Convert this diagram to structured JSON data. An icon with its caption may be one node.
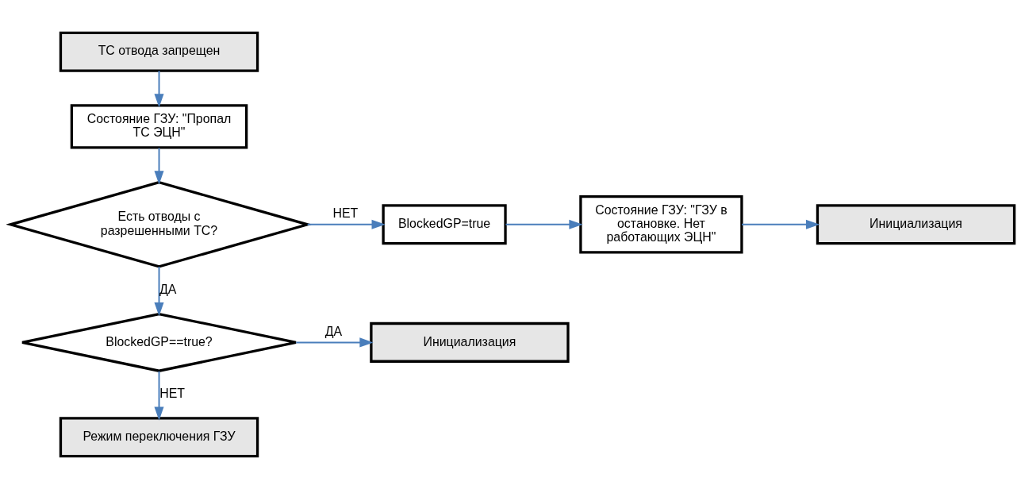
{
  "diagram": {
    "nodes": [
      {
        "text": [
          "ТС отвода запрещен"
        ]
      },
      {
        "text": [
          "Состояние ГЗУ: \"Пропал ТС ЭЦН\""
        ]
      },
      {
        "text": [
          "Есть отводы с разрешенными ТС?"
        ]
      },
      {
        "text": [
          "BlockedGP=true"
        ]
      },
      {
        "text": [
          "Состояние ГЗУ: \"ГЗУ в остановке. Нет работающих ЭЦН\""
        ]
      },
      {
        "text": [
          "Инициализация"
        ]
      },
      {
        "text": [
          "BlockedGP==true?"
        ]
      },
      {
        "text": [
          "Инициализация"
        ]
      },
      {
        "text": [
          "Режим переключения ГЗУ"
        ]
      }
    ],
    "edges": [
      {
        "from": 0,
        "to": 1,
        "arrow": "to"
      },
      {
        "from": 1,
        "to": 2,
        "arrow": "to"
      },
      {
        "from": 2,
        "to": 3,
        "arrow": "to",
        "label": "НЕТ"
      },
      {
        "from": 3,
        "to": 4,
        "arrow": "to"
      },
      {
        "from": 4,
        "to": 5,
        "arrow": "to"
      },
      {
        "from": 2,
        "to": 6,
        "arrow": "to",
        "label": "ДА"
      },
      {
        "from": 6,
        "to": 7,
        "arrow": "to",
        "label": "ДА"
      },
      {
        "from": 6,
        "to": 8,
        "arrow": "to",
        "label": "НЕТ"
      }
    ]
  }
}
